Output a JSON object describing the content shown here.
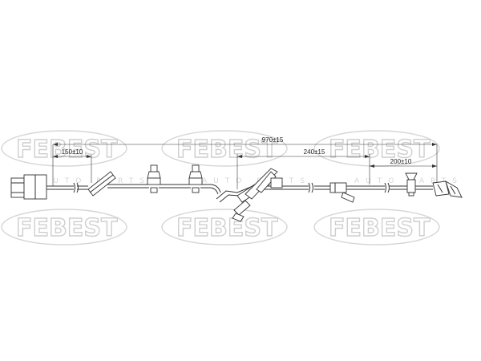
{
  "watermark": {
    "brand": "FEBEST",
    "tagline": "AUTO PARTS"
  },
  "dimensions": {
    "overall": "970±15",
    "left_clip": "150±10",
    "middle_span": "240±15",
    "right_end": "200±10"
  },
  "colors": {
    "line": "#333333",
    "watermark": "#cfcfcf"
  }
}
